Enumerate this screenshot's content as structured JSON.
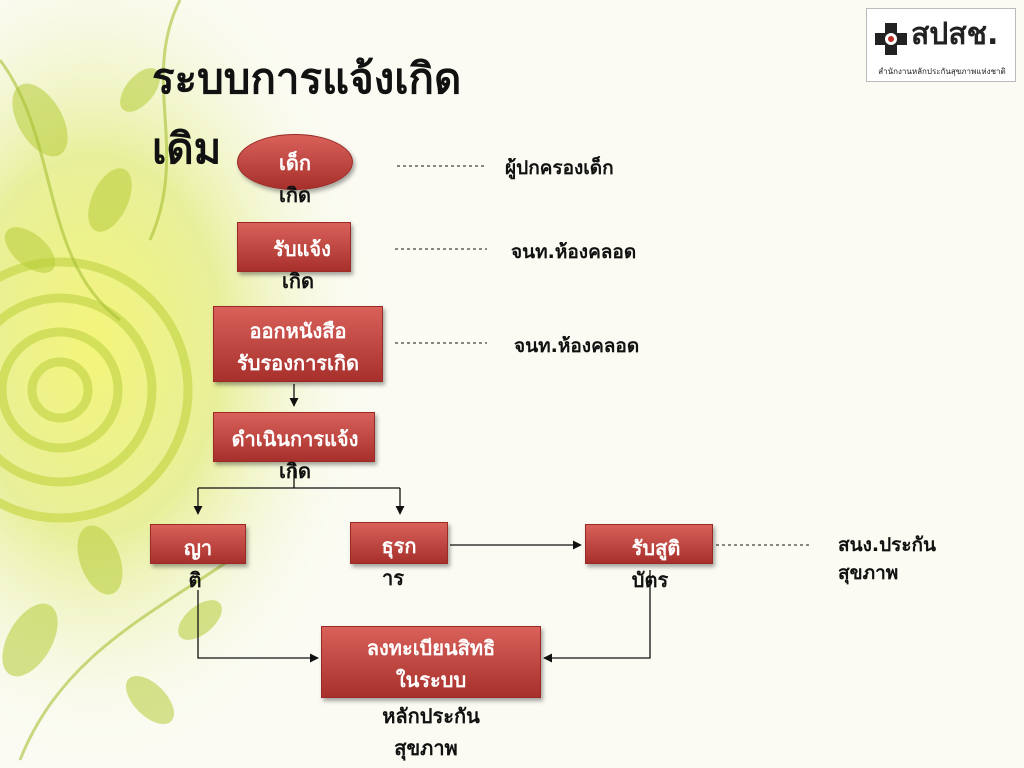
{
  "title_line1": "ระบบการแจ้งเกิด",
  "title_line2": "เดิม",
  "logo": {
    "text": "สปสช.",
    "subtitle": "สำนักงานหลักประกันสุขภาพแห่งชาติ"
  },
  "nodes": {
    "birth": {
      "line1": "เด็ก",
      "line2": "เกิด"
    },
    "receive_notice": {
      "line1": "รับแจ้ง",
      "line2": "เกิด"
    },
    "issue_cert": {
      "line1": "ออกหนังสือ",
      "line2": "รับรองการเกิด"
    },
    "process_notice": {
      "line1": "ดำเนินการแจ้ง",
      "line2": "เกิด"
    },
    "relative": {
      "line1": "ญา",
      "line2": "ติ"
    },
    "proxy": {
      "line1": "ธุรก",
      "line2": "าร"
    },
    "receive_birth_cert": {
      "line1": "รับสูติ",
      "line2": "บัตร"
    },
    "register_rights": {
      "line1": "ลงทะเบียนสิทธิ",
      "line2": "ในระบบ",
      "line3": "หลักประกัน",
      "line4": "สุขภาพ"
    }
  },
  "side_labels": {
    "guardian": "ผู้ปกครองเด็ก",
    "delivery_staff_1": "จนท.ห้องคลอด",
    "delivery_staff_2": "จนท.ห้องคลอด",
    "health_office_line1": "สนง.ประกัน",
    "health_office_line2": "สุขภาพ"
  }
}
